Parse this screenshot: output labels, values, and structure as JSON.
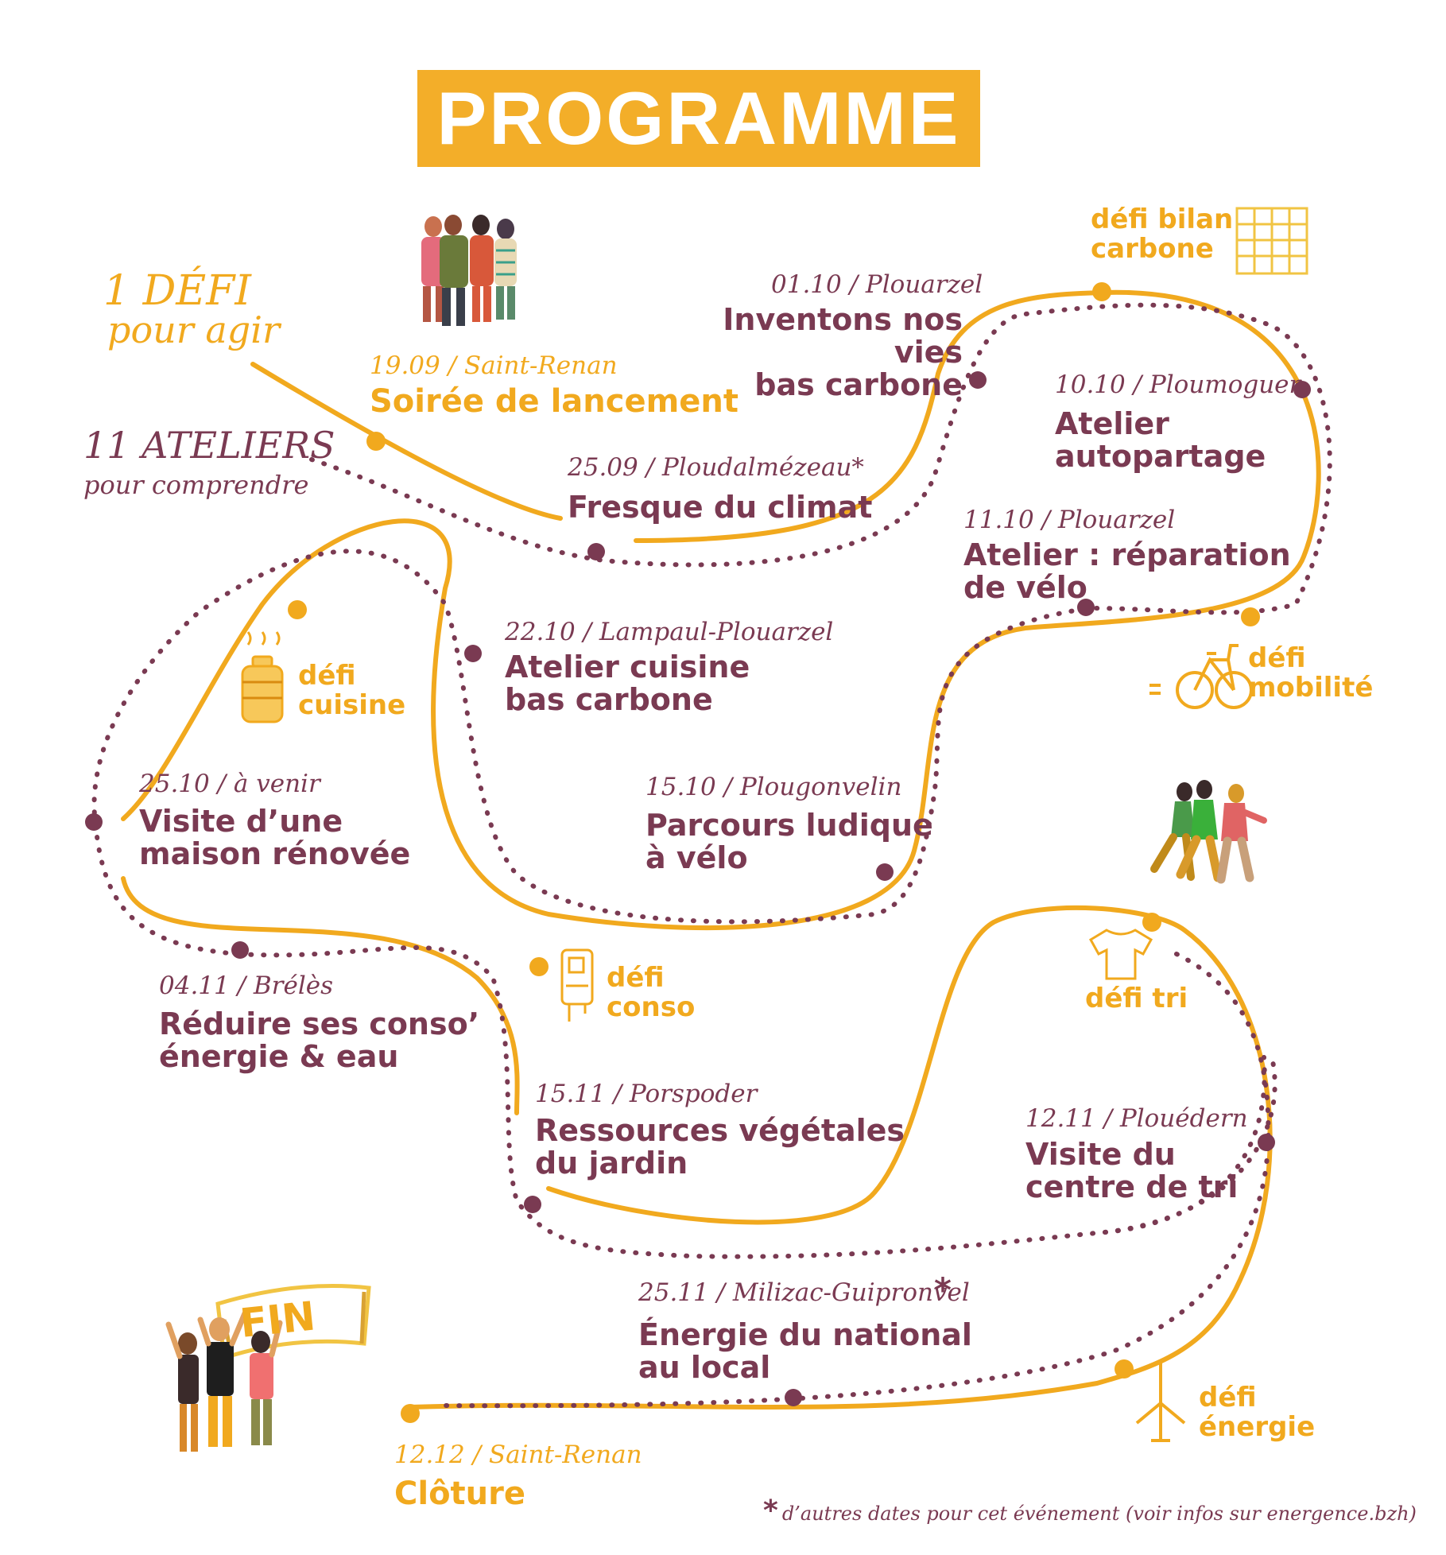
{
  "title": "PROGRAMME",
  "legend": {
    "defi_line1": "1 DÉFI",
    "defi_line2": "pour agir",
    "ateliers_line1": "11 ATELIERS",
    "ateliers_line2": "pour comprendre"
  },
  "events": [
    {
      "date": "19.09 / Saint-Renan",
      "title": "Soirée de lancement"
    },
    {
      "date": "25.09 / Ploudalmézeau*",
      "title": "Fresque du climat"
    },
    {
      "date": "01.10 / Plouarzel",
      "title_line1": "Inventons nos vies",
      "title_line2": "bas carbone"
    },
    {
      "date": "10.10 / Ploumoguer",
      "title_line1": "Atelier",
      "title_line2": "autopartage"
    },
    {
      "date": "11.10 / Plouarzel",
      "title_line1": "Atelier : réparation",
      "title_line2": "de vélo"
    },
    {
      "date": "22.10 / Lampaul-Plouarzel",
      "title_line1": "Atelier cuisine",
      "title_line2": "bas carbone"
    },
    {
      "date": "15.10 / Plougonvelin",
      "title_line1": "Parcours ludique",
      "title_line2": "à vélo"
    },
    {
      "date": "25.10 / à venir",
      "title_line1": "Visite d’une",
      "title_line2": "maison rénovée"
    },
    {
      "date": "04.11 / Brélès",
      "title_line1": "Réduire ses conso’",
      "title_line2": "énergie & eau"
    },
    {
      "date": "15.11 / Porspoder",
      "title_line1": "Ressources végétales",
      "title_line2": "du jardin"
    },
    {
      "date": "12.11 / Plouédern",
      "title_line1": "Visite du",
      "title_line2": "centre de tri"
    },
    {
      "date": "25.11 / Milizac-Guipronvel",
      "title_line1": "Énergie du national",
      "title_line2": "au local"
    },
    {
      "date": "12.12 / Saint-Renan",
      "title": "Clôture"
    }
  ],
  "asterisk": "*",
  "defis": {
    "bilan_line1": "défi bilan",
    "bilan_line2": "carbone",
    "mobilite_line1": "défi",
    "mobilite_line2": "mobilité",
    "cuisine_line1": "défi",
    "cuisine_line2": "cuisine",
    "conso_line1": "défi",
    "conso_line2": "conso",
    "tri": "défi tri",
    "energie_line1": "défi",
    "energie_line2": "énergie"
  },
  "fin_sign": "FIN",
  "footnote": "d’autres dates pour cet événement (voir infos sur energence.bzh)",
  "colors": {
    "orange": "#f1a91e",
    "plum": "#7a3a52",
    "banner": "#f3ae29"
  },
  "icons": [
    "group-of-people-illustration",
    "calendar-grid-icon",
    "bicycle-icon",
    "cooking-pot-icon",
    "water-heater-icon",
    "tshirt-icon",
    "running-people-illustration",
    "wind-turbine-icon",
    "celebrating-people-illustration"
  ]
}
